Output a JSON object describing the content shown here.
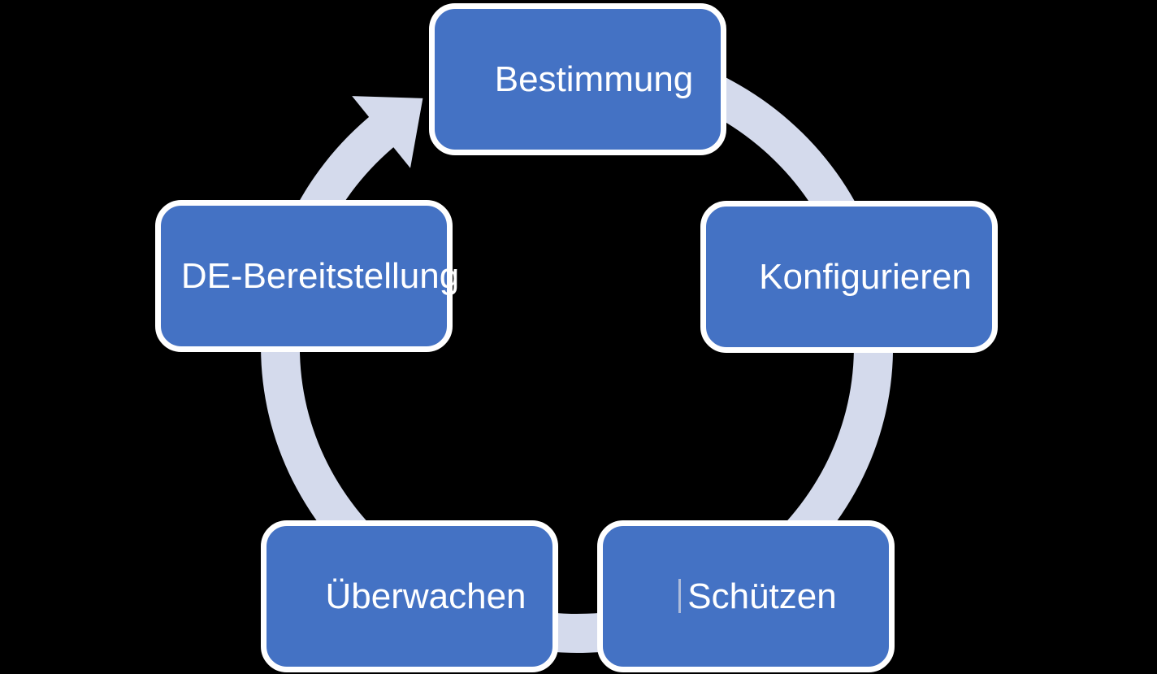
{
  "diagram": {
    "type": "cycle",
    "direction": "clockwise",
    "background_color": "#000000",
    "node_fill_color": "#4472C4",
    "node_border_color": "#FFFFFF",
    "node_text_color": "#FFFFFF",
    "arrow_color": "#D4DAEC",
    "nodes": [
      {
        "label": "Bestimmung",
        "position": "top"
      },
      {
        "label": "Konfigurieren",
        "position": "right"
      },
      {
        "label": "Schützen",
        "position": "bottom-right"
      },
      {
        "label": "Überwachen",
        "position": "bottom-left"
      },
      {
        "label": "DE-Bereitstellung",
        "position": "left"
      }
    ]
  }
}
